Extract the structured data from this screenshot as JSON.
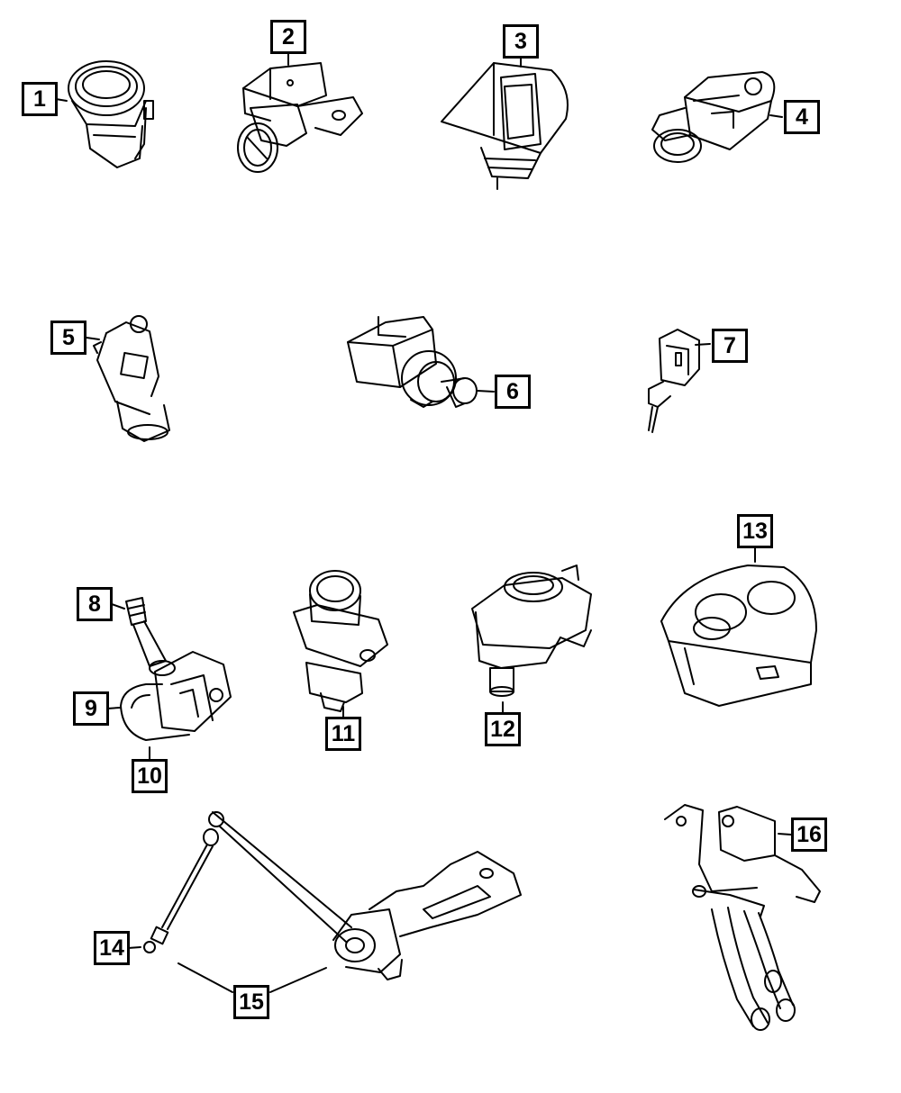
{
  "diagram": {
    "callouts": [
      "1",
      "2",
      "3",
      "4",
      "5",
      "6",
      "7",
      "8",
      "9",
      "10",
      "11",
      "12",
      "13",
      "14",
      "15",
      "16"
    ]
  },
  "parts": [
    "push-button-sensor-icon",
    "bracket-sensor-icon",
    "flange-sensor-icon",
    "knock-style-sensor-icon",
    "map-sensor-icon",
    "brake-light-switch-icon",
    "small-connector-sensor-icon",
    "tpms-valve-stem-icon",
    "tpms-sensor-body-icon",
    "tpms-sensor-base-icon",
    "position-sensor-icon",
    "actuator-sensor-icon",
    "clock-spring-icon",
    "height-sensor-link-rod-icon",
    "height-sensor-arm-icon",
    "harness-sensor-icon"
  ]
}
